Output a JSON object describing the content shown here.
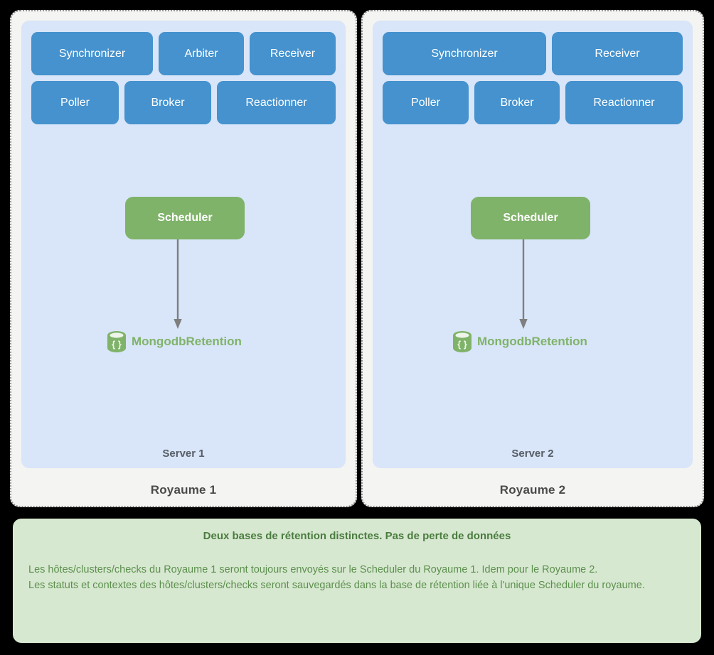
{
  "diagram": {
    "realms": [
      {
        "realm_label": "Royaume 1",
        "server_label": "Server 1",
        "daemons_top": [
          "Synchronizer",
          "Arbiter",
          "Receiver"
        ],
        "daemons_bottom": [
          "Poller",
          "Broker",
          "Reactionner"
        ],
        "scheduler_label": "Scheduler",
        "retention_label": "MongodbRetention",
        "db_icon": "database-cylinder-icon"
      },
      {
        "realm_label": "Royaume 2",
        "server_label": "Server 2",
        "daemons_top": [
          "Synchronizer",
          "Receiver"
        ],
        "daemons_bottom": [
          "Poller",
          "Broker",
          "Reactionner"
        ],
        "scheduler_label": "Scheduler",
        "retention_label": "MongodbRetention",
        "db_icon": "database-cylinder-icon"
      }
    ],
    "note": {
      "title": "Deux bases de rétention distinctes. Pas de perte de données",
      "lines": [
        "Les hôtes/clusters/checks du Royaume 1 seront toujours envoyés sur le Scheduler du Royaume 1. Idem pour le Royaume 2.",
        "Les statuts et contextes des hôtes/clusters/checks seront sauvegardés dans la base de rétention liée à l'unique Scheduler du royaume."
      ]
    },
    "colors": {
      "background": "#000000",
      "realm_card": "#f4f4f2",
      "server_card": "#d9e5f8",
      "daemon_box": "#4592ce",
      "scheduler_box": "#7fb369",
      "retention_green": "#7fb369",
      "note_background": "#d7e8d0",
      "note_title": "#4a7c3f",
      "note_body": "#5c8f4e",
      "arrow": "#7f7f7f"
    }
  }
}
